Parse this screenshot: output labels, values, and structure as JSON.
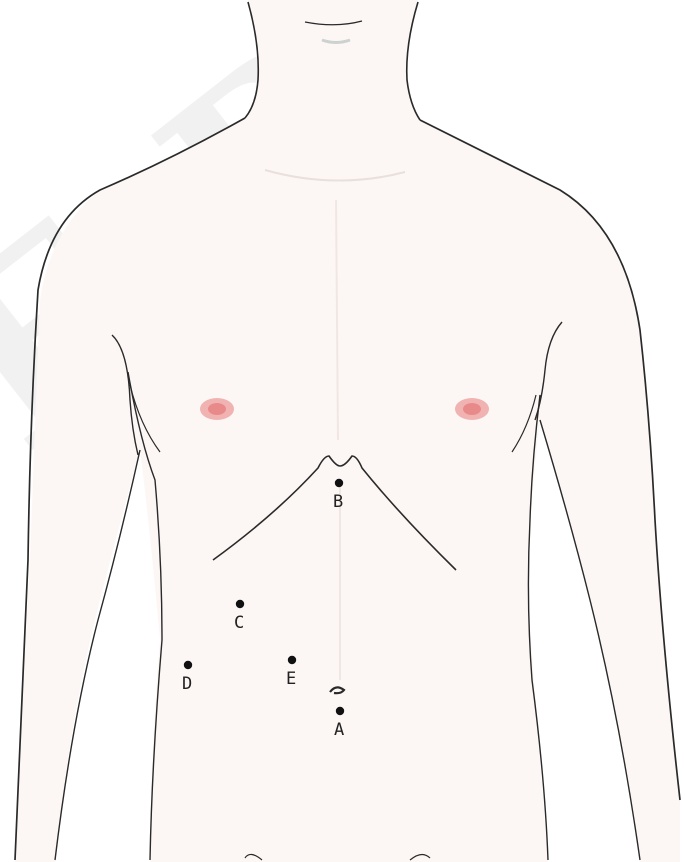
{
  "watermark": {
    "text": "E-B"
  },
  "markers": [
    {
      "id": "a",
      "label": "A"
    },
    {
      "id": "b",
      "label": "B"
    },
    {
      "id": "c",
      "label": "C"
    },
    {
      "id": "d",
      "label": "D"
    },
    {
      "id": "e",
      "label": "E"
    }
  ],
  "colors": {
    "outline": "#2a2a2a",
    "skin": "#fcf7f5",
    "nipple": "#e98a8a",
    "marker": "#111111"
  }
}
